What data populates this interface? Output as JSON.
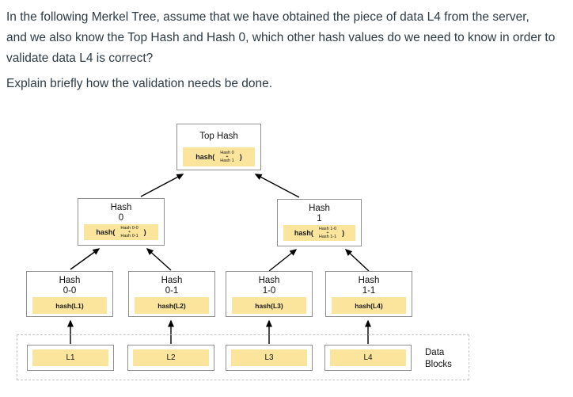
{
  "question": {
    "paragraph1_lines": [
      "In the following Merkel Tree, assume that we have obtained the piece of data L4 from the server,",
      "and we also know the Top Hash and Hash 0, which other hash values do we need to know in order to",
      "validate data L4 is correct?"
    ],
    "paragraph2": "Explain briefly how the validation needs be done."
  },
  "tree": {
    "top": {
      "title": "Top Hash",
      "formula": {
        "prefix": "hash(",
        "top": "Hash 0",
        "op": "+",
        "bottom": "Hash 1",
        "suffix": ")"
      }
    },
    "internal": [
      {
        "title1": "Hash",
        "title2": "0",
        "formula": {
          "prefix": "hash(",
          "top": "Hash 0-0",
          "op": "+",
          "bottom": "Hash 0-1",
          "suffix": ")"
        }
      },
      {
        "title1": "Hash",
        "title2": "1",
        "formula": {
          "prefix": "hash(",
          "top": "Hash 1-0",
          "op": "+",
          "bottom": "Hash 1-1",
          "suffix": ")"
        }
      }
    ],
    "leaves": [
      {
        "title1": "Hash",
        "title2": "0-0",
        "formula": "hash(L1)"
      },
      {
        "title1": "Hash",
        "title2": "0-1",
        "formula": "hash(L2)"
      },
      {
        "title1": "Hash",
        "title2": "1-0",
        "formula": "hash(L3)"
      },
      {
        "title1": "Hash",
        "title2": "1-1",
        "formula": "hash(L4)"
      }
    ],
    "data_blocks": [
      "L1",
      "L2",
      "L3",
      "L4"
    ],
    "data_blocks_label": [
      "Data",
      "Blocks"
    ]
  },
  "colors": {
    "highlight": "#fbe49c",
    "box-border": "#8f8f8f",
    "dashed-border": "#c4c4c4",
    "question-text": "#2d3b45",
    "diagram-text": "#111111",
    "arrow": "#000000"
  }
}
